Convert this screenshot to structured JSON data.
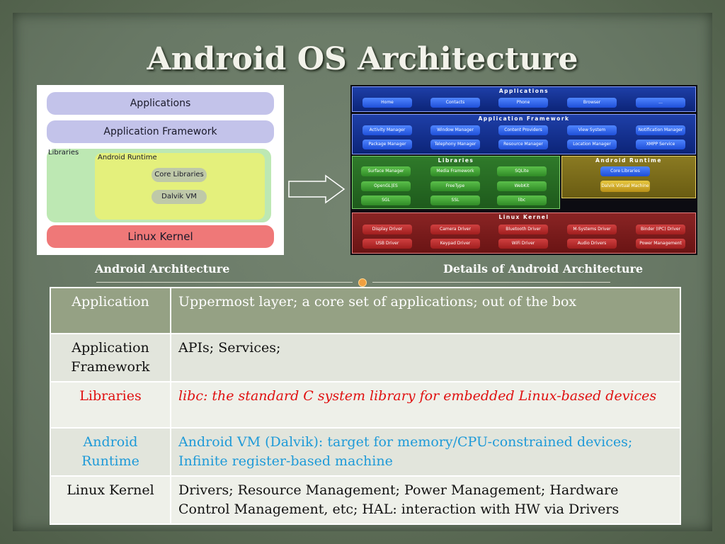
{
  "title": "Android OS Architecture",
  "left_diagram": {
    "applications": "Applications",
    "framework": "Application Framework",
    "libraries": "Libraries",
    "runtime": "Android Runtime",
    "core_libraries": "Core Libraries",
    "dalvik": "Dalvik VM",
    "kernel": "Linux Kernel"
  },
  "right_diagram": {
    "applications_title": "Applications",
    "apps": [
      "Home",
      "Contacts",
      "Phone",
      "Browser",
      "..."
    ],
    "framework_title": "Application Framework",
    "framework_row1": [
      "Activity Manager",
      "Window Manager",
      "Content Providers",
      "View System",
      "Notification Manager"
    ],
    "framework_row2": [
      "Package Manager",
      "Telephony Manager",
      "Resource Manager",
      "Location Manager",
      "XMPP Service"
    ],
    "libraries_title": "Libraries",
    "libraries": [
      "Surface Manager",
      "Media Framework",
      "SQLite",
      "OpenGL|ES",
      "FreeType",
      "WebKit",
      "SGL",
      "SSL",
      "libc"
    ],
    "runtime_title": "Android Runtime",
    "runtime": [
      "Core Libraries",
      "Dalvik Virtual Machine"
    ],
    "kernel_title": "Linux Kernel",
    "kernel_row1": [
      "Display Driver",
      "Camera Driver",
      "Bluetooth Driver",
      "M-Systems Driver",
      "Binder (IPC) Driver"
    ],
    "kernel_row2": [
      "USB Driver",
      "Keypad Driver",
      "WiFi Driver",
      "Audio Drivers",
      "Power Management"
    ]
  },
  "captions": {
    "left": "Android Architecture",
    "right": "Details of Android Architecture"
  },
  "table": [
    {
      "layer": "Application",
      "description": "Uppermost layer; a core set of applications; out of  the box"
    },
    {
      "layer": "Application Framework",
      "description": "APIs; Services;"
    },
    {
      "layer": "Libraries",
      "description": "libc: the standard C system library for embedded Linux-based devices"
    },
    {
      "layer": "Android Runtime",
      "description": "Android VM (Dalvik): target for memory/CPU-constrained devices; Infinite register-based machine"
    },
    {
      "layer": "Linux Kernel",
      "description": "Drivers; Resource Management; Power Management; Hardware Control Management, etc; HAL: interaction with HW via Drivers"
    }
  ],
  "colors": {
    "background": "#687865",
    "table_header": "#95a184",
    "libraries_text": "#e01010",
    "runtime_text": "#1e9ad8",
    "kernel_text": "#18a848"
  }
}
